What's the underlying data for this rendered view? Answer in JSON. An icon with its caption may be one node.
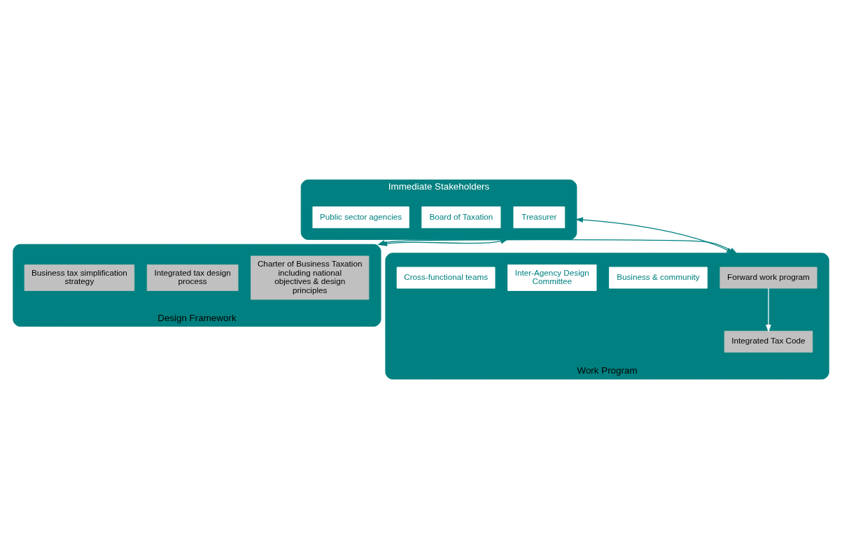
{
  "diagram": {
    "nodes": [
      {
        "text": [
          "Immediate Stakeholders"
        ]
      },
      {
        "text": [
          "Treasurer"
        ],
        "in": 0
      },
      {
        "text": [
          "Board of Taxation"
        ],
        "in": 0
      },
      {
        "text": [
          "Public sector agencies"
        ],
        "in": 0
      },
      {
        "text": [
          "Design Framework"
        ]
      },
      {
        "text": [
          "Charter of Business Taxation including national objectives & design principles"
        ],
        "in": 4
      },
      {
        "text": [
          "Integrated tax design process"
        ],
        "in": 4
      },
      {
        "text": [
          "Business tax simplification strategy"
        ],
        "in": 4
      },
      {
        "text": [
          "Work Program"
        ]
      },
      {
        "text": [
          "Forward work program"
        ],
        "in": 8
      },
      {
        "text": [
          "Business & community"
        ],
        "in": 8
      },
      {
        "text": [
          "Inter-Agency Design Committee"
        ],
        "in": 8
      },
      {
        "text": [
          "Cross-functional teams"
        ],
        "in": 8
      },
      {
        "text": [
          "Integrated Tax Code"
        ],
        "in": 8
      }
    ],
    "edges": [
      {
        "from": 0,
        "to": 4,
        "arrow": "both"
      },
      {
        "from": 0,
        "to": 8,
        "arrow": "both"
      },
      {
        "from": 4,
        "to": 8,
        "arrow": "both"
      },
      {
        "from": 9,
        "to": 13,
        "arrow": "to",
        "color": "#ffffff"
      }
    ]
  }
}
